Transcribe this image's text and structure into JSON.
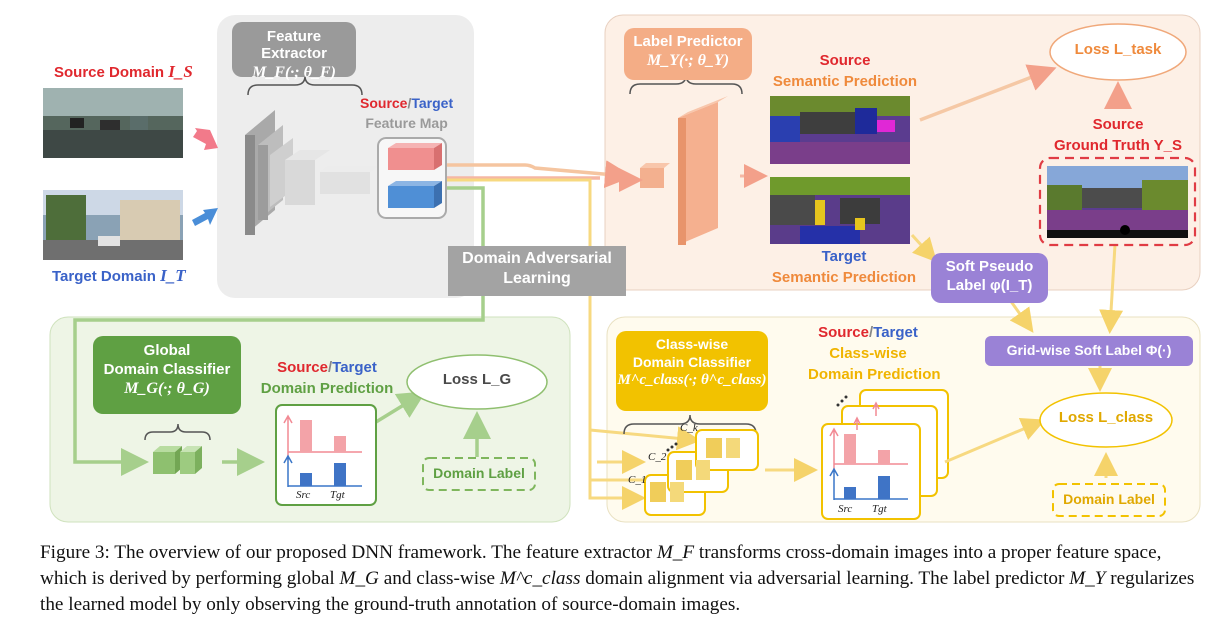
{
  "feature_extractor": {
    "title": "Feature Extractor",
    "formula": "M_F(·; θ_F)"
  },
  "label_predictor": {
    "title": "Label Predictor",
    "formula": "M_Y(·; θ_Y)"
  },
  "inputs": {
    "source_label": "Source Domain",
    "source_symbol": "I_S",
    "target_label": "Target Domain",
    "target_symbol": "I_T"
  },
  "feature_map": {
    "source": "Source",
    "slash": "/",
    "target": "Target",
    "suffix": "Feature Map"
  },
  "semantic": {
    "source_line1": "Source",
    "source_line2": "Semantic Prediction",
    "target_line1": "Target",
    "target_line2": "Semantic Prediction"
  },
  "loss_task": {
    "text": "Loss L_task"
  },
  "ground_truth": {
    "line1": "Source",
    "line2": "Ground Truth Y_S"
  },
  "domain_adversarial": {
    "line1": "Domain Adversarial",
    "line2": "Learning"
  },
  "soft_pseudo": {
    "line1": "Soft Pseudo",
    "line2": "Label φ(I_T)"
  },
  "grid_soft": {
    "text": "Grid-wise Soft Label Φ(·)"
  },
  "global_classifier": {
    "line1": "Global",
    "line2": "Domain Classifier",
    "formula": "M_G(·; θ_G)"
  },
  "global_prediction": {
    "source": "Source",
    "slash": "/",
    "target": "Target",
    "line2": "Domain Prediction"
  },
  "loss_g": {
    "text": "Loss L_G"
  },
  "domain_label_global": {
    "text": "Domain Label"
  },
  "class_classifier": {
    "line1": "Class-wise",
    "line2": "Domain Classifier",
    "formula": "M^c_class(·; θ^c_class)"
  },
  "class_prediction": {
    "source": "Source",
    "slash": "/",
    "target": "Target",
    "line2": "Class-wise",
    "line3": "Domain Prediction"
  },
  "loss_class": {
    "text": "Loss L_class"
  },
  "domain_label_class": {
    "text": "Domain Label"
  },
  "class_marks": {
    "ck": "C_k",
    "c2": "C_2",
    "c1": "C_1"
  },
  "bar_axis": {
    "src": "Src",
    "tgt": "Tgt"
  },
  "caption": {
    "p1": "Figure 3: The overview of our proposed DNN framework. The feature extractor ",
    "m_f": "M_F",
    "p2": " transforms cross-domain images into a proper feature space, which is derived by performing global ",
    "m_g": "M_G",
    "p3": " and class-wise ",
    "m_c": "M^c_class",
    "p4": " domain alignment via adversarial learning. The label predictor ",
    "m_y": "M_Y",
    "p5": " regularizes the learned model by only observing the ground-truth annotation of source-domain images."
  },
  "colors": {
    "red": "#e0282e",
    "blue": "#3a62c8",
    "green": "#5fa043",
    "orange": "#f0a070",
    "yellow": "#f2c200",
    "purple": "#9a82d6",
    "gray": "#9a9a9a"
  }
}
